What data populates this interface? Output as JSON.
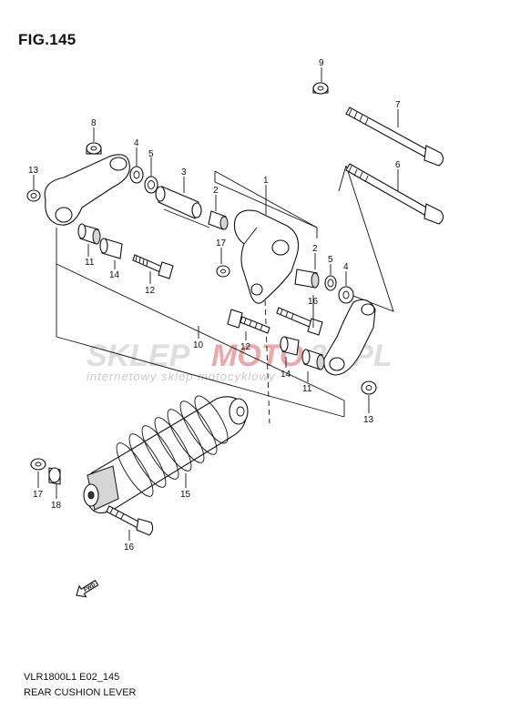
{
  "figure": {
    "title": "FIG.145"
  },
  "footer": {
    "model_code": "VLR1800L1 E02_145",
    "section_name": "REAR CUSHION LEVER"
  },
  "watermark": {
    "brand_left": "SKLEP",
    "brand_mid": "MOTO",
    "brand_right": "24.PL",
    "tagline": "internetowy sklep motocyklowy"
  },
  "direction_marker": {
    "text": "FWD"
  },
  "callouts": {
    "c1": "1",
    "c2a": "2",
    "c2b": "2",
    "c3": "3",
    "c4a": "4",
    "c4b": "4",
    "c5a": "5",
    "c5b": "5",
    "c6": "6",
    "c7": "7",
    "c8": "8",
    "c9": "9",
    "c10": "10",
    "c11a": "11",
    "c11b": "11",
    "c12a": "12",
    "c12b": "12",
    "c13a": "13",
    "c13b": "13",
    "c14a": "14",
    "c14b": "14",
    "c15": "15",
    "c16a": "16",
    "c16b": "16",
    "c17a": "17",
    "c17b": "17",
    "c18": "18"
  }
}
